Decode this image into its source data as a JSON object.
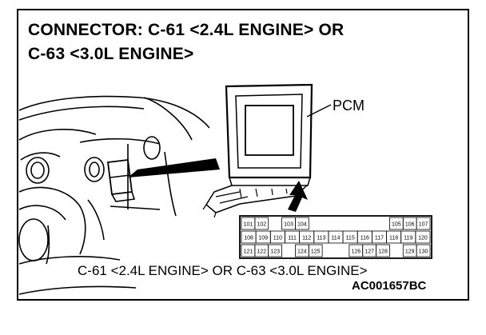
{
  "title": {
    "line1": "CONNECTOR: C-61 <2.4L ENGINE> OR",
    "line2": "C-63 <3.0L ENGINE>"
  },
  "labels": {
    "pcm": "PCM",
    "caption": "C-61 <2.4L ENGINE> OR C-63 <3.0L ENGINE>",
    "figure_id": "AC001657BC"
  },
  "connector": {
    "rows": [
      [
        "101",
        "102",
        "",
        "103",
        "104",
        "",
        "",
        "",
        "",
        "",
        "",
        "105",
        "106",
        "107"
      ],
      [
        "108",
        "109",
        "110",
        "111",
        "112",
        "113",
        "114",
        "115",
        "116",
        "117",
        "118",
        "119",
        "120"
      ],
      [
        "121",
        "122",
        "123",
        "",
        "124",
        "125",
        "",
        "",
        "126",
        "127",
        "128",
        "",
        "129",
        "130"
      ]
    ]
  }
}
